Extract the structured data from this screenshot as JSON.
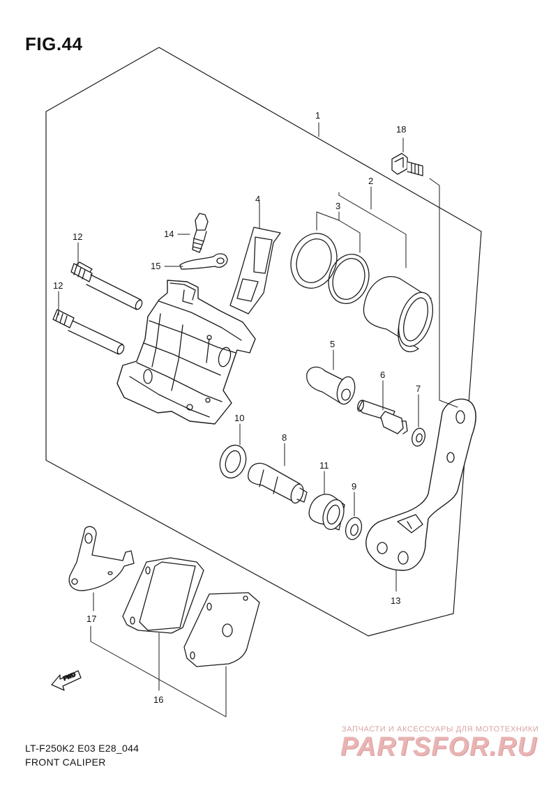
{
  "figure": {
    "title": "FIG.44",
    "model_code": "LT-F250K2 E03 E28_044",
    "caption": "FRONT CALIPER"
  },
  "callouts": {
    "c1": "1",
    "c2": "2",
    "c3": "3",
    "c4": "4",
    "c5": "5",
    "c6": "6",
    "c7": "7",
    "c8": "8",
    "c9": "9",
    "c10": "10",
    "c11": "11",
    "c12a": "12",
    "c12b": "12",
    "c13": "13",
    "c14": "14",
    "c15": "15",
    "c16": "16",
    "c17": "17",
    "c18": "18"
  },
  "fwd_label": "FWD",
  "watermark": {
    "tagline": "ЗАПЧАСТИ И АКСЕССУАРЫ ДЛЯ МОТОТЕХНИКИ",
    "brand": "PARTSFOR.RU"
  },
  "colors": {
    "line": "#1a1a1a",
    "watermark": "#e9b4b4"
  }
}
